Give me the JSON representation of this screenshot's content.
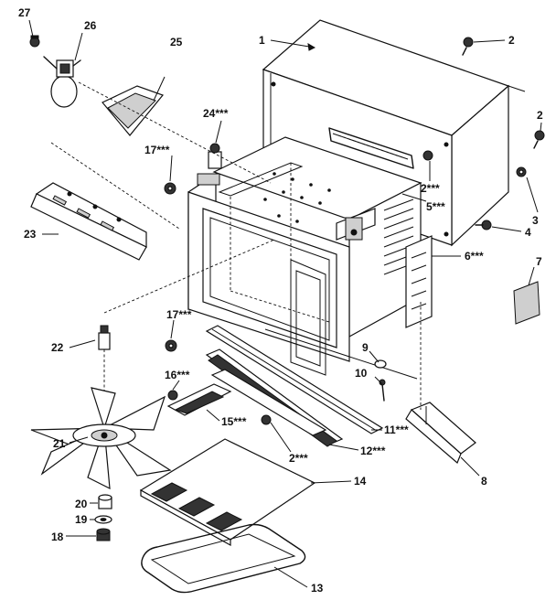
{
  "callouts": [
    {
      "id": "c1",
      "text": "1"
    },
    {
      "id": "c2a",
      "text": "2"
    },
    {
      "id": "c2b",
      "text": "2"
    },
    {
      "id": "c2c",
      "text": "2***"
    },
    {
      "id": "c2d",
      "text": "2***"
    },
    {
      "id": "c3",
      "text": "3"
    },
    {
      "id": "c4",
      "text": "4"
    },
    {
      "id": "c5",
      "text": "5***"
    },
    {
      "id": "c6",
      "text": "6***"
    },
    {
      "id": "c7",
      "text": "7"
    },
    {
      "id": "c8",
      "text": "8"
    },
    {
      "id": "c9",
      "text": "9"
    },
    {
      "id": "c10",
      "text": "10"
    },
    {
      "id": "c11",
      "text": "11***"
    },
    {
      "id": "c12",
      "text": "12***"
    },
    {
      "id": "c13",
      "text": "13"
    },
    {
      "id": "c14",
      "text": "14"
    },
    {
      "id": "c15",
      "text": "15***"
    },
    {
      "id": "c16",
      "text": "16***"
    },
    {
      "id": "c17a",
      "text": "17***"
    },
    {
      "id": "c17b",
      "text": "17***"
    },
    {
      "id": "c18",
      "text": "18"
    },
    {
      "id": "c19",
      "text": "19"
    },
    {
      "id": "c20",
      "text": "20"
    },
    {
      "id": "c21",
      "text": "21"
    },
    {
      "id": "c22",
      "text": "22"
    },
    {
      "id": "c23",
      "text": "23"
    },
    {
      "id": "c24",
      "text": "24***"
    },
    {
      "id": "c25",
      "text": "25"
    },
    {
      "id": "c26",
      "text": "26"
    },
    {
      "id": "c27",
      "text": "27"
    }
  ]
}
